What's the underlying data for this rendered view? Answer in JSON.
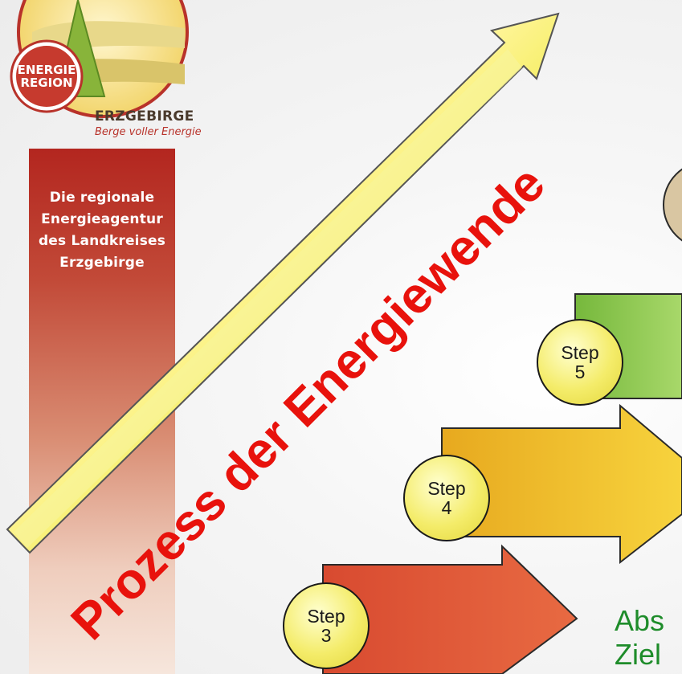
{
  "logo": {
    "badge_line1": "ENERGIE",
    "badge_line2": "REGION",
    "brand": "ERZGEBIRGE",
    "tagline": "Berge voller Energie"
  },
  "sidebar": {
    "lines": [
      "Die regionale",
      "Energieagentur",
      "des Landkreises",
      "Erzgebirge"
    ]
  },
  "diagonal_label": "Prozess der Energiewende",
  "steps": [
    {
      "word": "Step",
      "number": "3",
      "color": "#e05a38"
    },
    {
      "word": "Step",
      "number": "4",
      "color": "#f2c22e"
    },
    {
      "word": "Step",
      "number": "5",
      "color": "#8cc84b"
    }
  ],
  "partial_text": {
    "line1": "Abs",
    "line2": "Ziel"
  },
  "colors": {
    "band_top": "#b3261f",
    "label_red": "#e8120c",
    "text_green": "#1e8c2a"
  }
}
